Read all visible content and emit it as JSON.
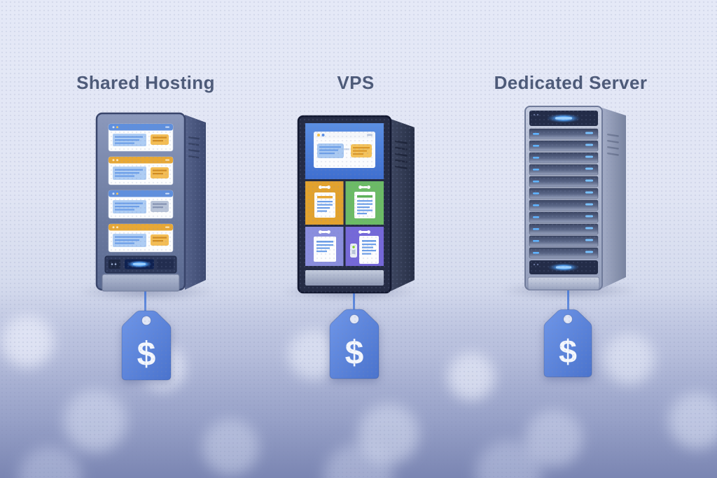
{
  "scene": {
    "description_labels_only": "hosting comparison illustration",
    "columns": [
      {
        "id": "shared-hosting",
        "label": "Shared Hosting",
        "price_tag": {
          "symbol": "$"
        }
      },
      {
        "id": "vps",
        "label": "VPS",
        "price_tag": {
          "symbol": "$"
        }
      },
      {
        "id": "dedicated-server",
        "label": "Dedicated Server",
        "price_tag": {
          "symbol": "$"
        }
      }
    ],
    "colors": {
      "title_text": "#4d5a78",
      "background_top": "#e5e9f7",
      "background_bottom": "#7a85b2",
      "tag_blue": "#5c83d9",
      "tag_string_blue": "#4a79d4",
      "card_header_blue": "#5f8fdd",
      "card_header_orange": "#e8a835",
      "vps_panel_blue": "#4a80d8",
      "vps_panel_orange": "#e2a22e",
      "vps_panel_green": "#6cbb66",
      "vps_panel_light_purple": "#8a8ede",
      "vps_panel_violet": "#7568d8",
      "led_glow_blue": "#5fb0ff"
    }
  }
}
